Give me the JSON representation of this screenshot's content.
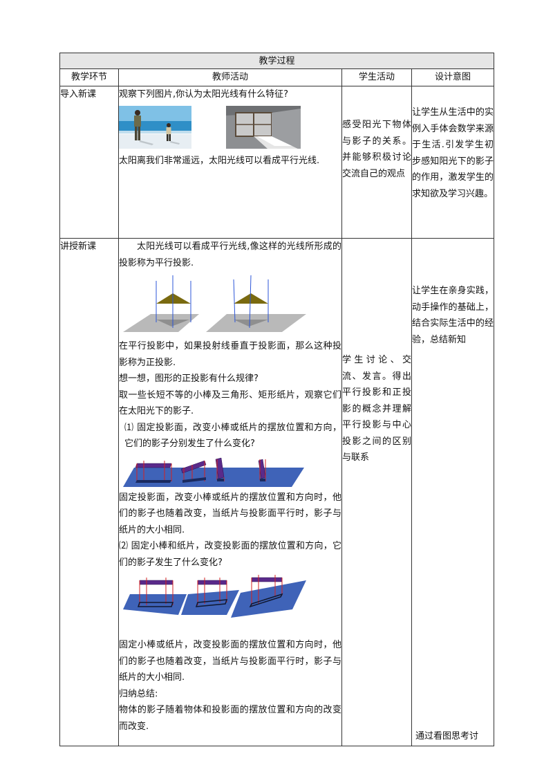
{
  "table": {
    "title": "教学过程",
    "headers": [
      "教学环节",
      "教师活动",
      "学生活动",
      "设计意图"
    ]
  },
  "intro": {
    "stage": "导入新课",
    "question": "观察下列图片,你认为太阳光线有什么特征?",
    "conclusion": "太阳离我们非常遥远，太阳光线可以看成平行光线.",
    "student": "感受阳光下物体与影子的关系。并能够积极讨论交流自己的观点",
    "design": "让学生从生活中的实例入手体会数学来源于生活.引发学生初步感知阳光下的影子的作用，激发学生的求知欲及学习兴趣。"
  },
  "teach": {
    "stage": "讲授新课",
    "definition": "太阳光线可以看成平行光线,像这样的光线所形成的投影称为平行投影.",
    "orthographic": "在平行投影中，如果投射线垂直于投影面，那么这种投影称为正投影.",
    "think": "想一想，图形的正投影有什么规律?",
    "activity": "取一些长短不等的小棒及三角形、矩形纸片，观察它们在太阳光下的影子.",
    "q1": "⑴ 固定投影面，改变小棒或纸片的摆放位置和方向，它们的影子分别发生了什么变化?",
    "a1": "固定投影面，改变小棒或纸片的摆放位置和方向时，他们的影子也随着改变，当纸片与投影面平行时，影子与纸片的大小相同.",
    "q2": "⑵ 固定小棒和纸片，改变投影面的摆放位置和方向，它们的影子发生了什么变化?",
    "a2": "固定小棒或纸片，改变投影面的摆放位置和方向时，他们的影子也随着改变，当纸片与投影面平行时，影子与纸片的大小相同.",
    "summary_label": "归纳总结:",
    "summary": "物体的影子随着物体和投影面的摆放位置和方向的改变而改变.",
    "student": "学生讨论、交流、发言。得出平行投影和正投影的概念并理解平行投影与中心投影之间的区别与联系",
    "design": "让学生在亲身实践，动手操作的基础上，结合实际生活中的经验，总结新知",
    "design_bottom": "通过看图思考讨"
  },
  "colors": {
    "header_bg": "#e6e6e6",
    "border": "#333333",
    "plane_blue": "#3f63b8",
    "triangle_olive": "#7a6a10",
    "ray_blue": "#2b55d8",
    "ray_red": "#d42020",
    "paper_purple": "#5a2a8a"
  }
}
